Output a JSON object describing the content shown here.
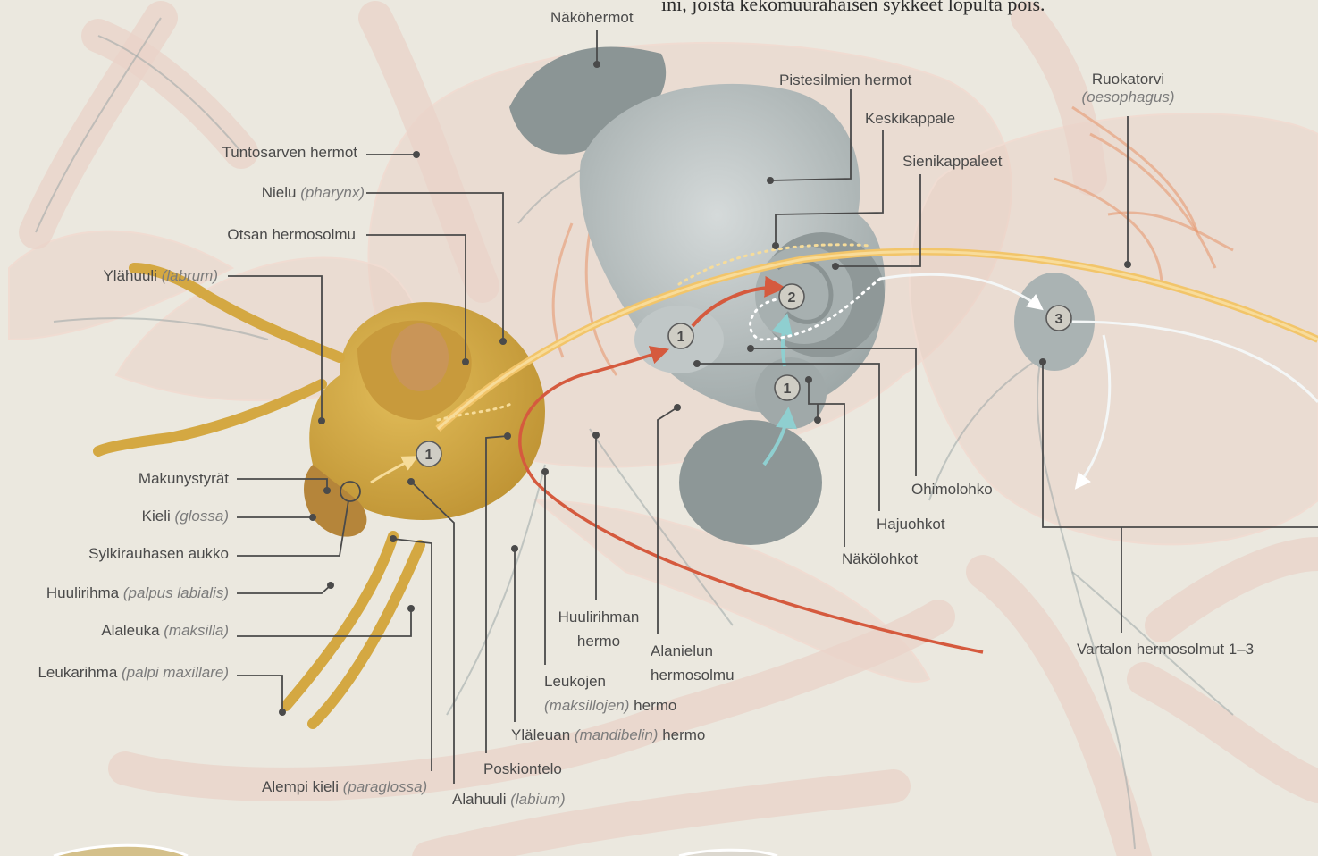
{
  "top_text": "ini, joista kekomuurahaisen sykkeet lopulta pois.",
  "labels": {
    "nakohermot": "Näköhermot",
    "pistesilmien": "Pistesilmien hermot",
    "keskikappale": "Keskikappale",
    "sienikappaleet": "Sienikappaleet",
    "ruokatorvi": "Ruokatorvi",
    "ruokatorvi_latin": "(oesophagus)",
    "tuntosarven": "Tuntosarven hermot",
    "nielu": "Nielu",
    "nielu_latin": "(pharynx)",
    "otsan": "Otsan hermosolmu",
    "ylahuuli": "Ylähuuli",
    "ylahuuli_latin": "(labrum)",
    "makunystyrat": "Makunystyrät",
    "kieli": "Kieli",
    "kieli_latin": "(glossa)",
    "sylkirauhasen": "Sylkirauhasen aukko",
    "huulirihma": "Huulirihma",
    "huulirihma_latin": "(palpus labialis)",
    "alaleuka": "Alaleuka",
    "alaleuka_latin": "(maksilla)",
    "leukarihma": "Leukarihma",
    "leukarihma_latin": "(palpi maxillare)",
    "alempi_kieli": "Alempi kieli",
    "alempi_kieli_latin": "(paraglossa)",
    "alahuuli": "Alahuuli",
    "alahuuli_latin": "(labium)",
    "poskiontelo": "Poskiontelo",
    "ylaleuan": "Yläleuan",
    "ylaleuan_latin": "(mandibelin)",
    "ylaleuan_suffix": "hermo",
    "leukojen_1": "Leukojen",
    "leukojen_latin": "(maksillojen)",
    "leukojen_suffix": "hermo",
    "huulirihman_1": "Huulirihman",
    "huulirihman_2": "hermo",
    "alanielun_1": "Alanielun",
    "alanielun_2": "hermosolmu",
    "ohimolohko": "Ohimolohko",
    "hajuohkot": "Hajuohkot",
    "nakolohkot": "Näkölohkot",
    "vartalon": "Vartalon hermosolmut 1–3"
  },
  "markers": [
    "1",
    "1",
    "2",
    "1",
    "3"
  ],
  "colors": {
    "background": "#ebe8df",
    "body_fill": "#e8c8b8",
    "brain": "#b7bfbf",
    "head_gold": "#d4a842",
    "nerve_cord": "#f2c56a",
    "red_path": "#d55a3e",
    "cyan_path": "#8fcfd0",
    "leader_line": "#4a4a4a"
  }
}
